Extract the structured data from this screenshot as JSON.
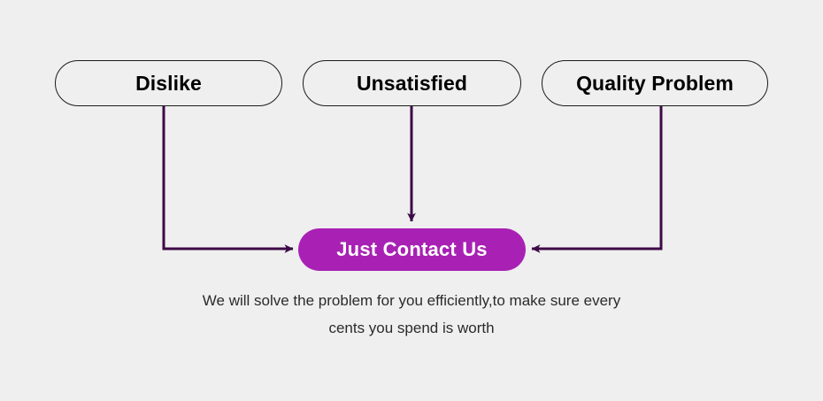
{
  "banner": {
    "background_color": "#efefef",
    "accent_color": "#a821b4",
    "connector_color": "#3d0a46",
    "pill_border_color": "#1b1b1b"
  },
  "reasons": [
    {
      "label": "Dislike"
    },
    {
      "label": "Unsatisfied"
    },
    {
      "label": "Quality Problem"
    }
  ],
  "cta": {
    "label": "Just Contact Us"
  },
  "caption": {
    "line1": "We will solve the problem for you efficiently,to make sure every",
    "line2": "cents you spend is worth"
  },
  "connectors": [
    {
      "name": "dislike-to-cta",
      "direction": "right"
    },
    {
      "name": "unsatisfied-to-cta",
      "direction": "down"
    },
    {
      "name": "quality-problem-to-cta",
      "direction": "left"
    }
  ]
}
